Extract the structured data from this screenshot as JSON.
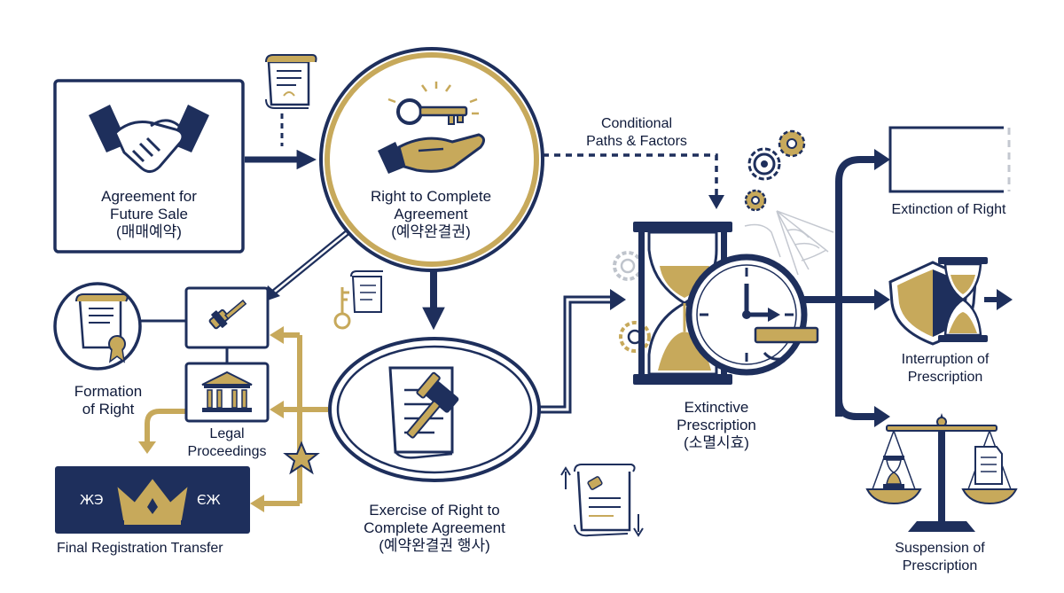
{
  "colors": {
    "navy": "#1e2f5c",
    "gold": "#c7a95b",
    "ink": "#0f1a3a",
    "light": "#e6e9ef"
  },
  "nodes": {
    "agreement": {
      "line1": "Agreement for",
      "line2": "Future Sale",
      "line3": "(매매예약)",
      "icon": "handshake-icon"
    },
    "right": {
      "line1": "Right to Complete",
      "line2": "Agreement",
      "line3": "(예약완결권)",
      "icon": "key-in-hand-icon"
    },
    "exercise": {
      "line1": "Exercise of Right to",
      "line2": "Complete Agreement",
      "line3": "(예약완결권 행사)",
      "icon": "gavel-document-icon"
    },
    "prescription": {
      "line1": "Extinctive",
      "line2": "Prescription",
      "line3": "(소멸시효)",
      "icon": "hourglass-clock-icon"
    },
    "formation": {
      "line1": "Formation",
      "line2": "of Right",
      "icon": "certificate-scroll-icon"
    },
    "legal": {
      "line1": "Legal",
      "line2": "Proceedings",
      "icon": "courthouse-icon"
    },
    "final": {
      "label": "Final Registration Transfer",
      "left_glyph": "ЖЭ",
      "right_glyph": "ЄЖ",
      "icon": "crown-icon"
    },
    "extinction": {
      "label": "Extinction of Right"
    },
    "interruption": {
      "line1": "Interruption of",
      "line2": "Prescription",
      "icon": "shield-icon"
    },
    "suspension": {
      "label": "Suspension of Prescription",
      "icon": "scales-icon"
    }
  },
  "annotations": {
    "conditional_line1": "Conditional",
    "conditional_line2": "Paths & Factors"
  }
}
